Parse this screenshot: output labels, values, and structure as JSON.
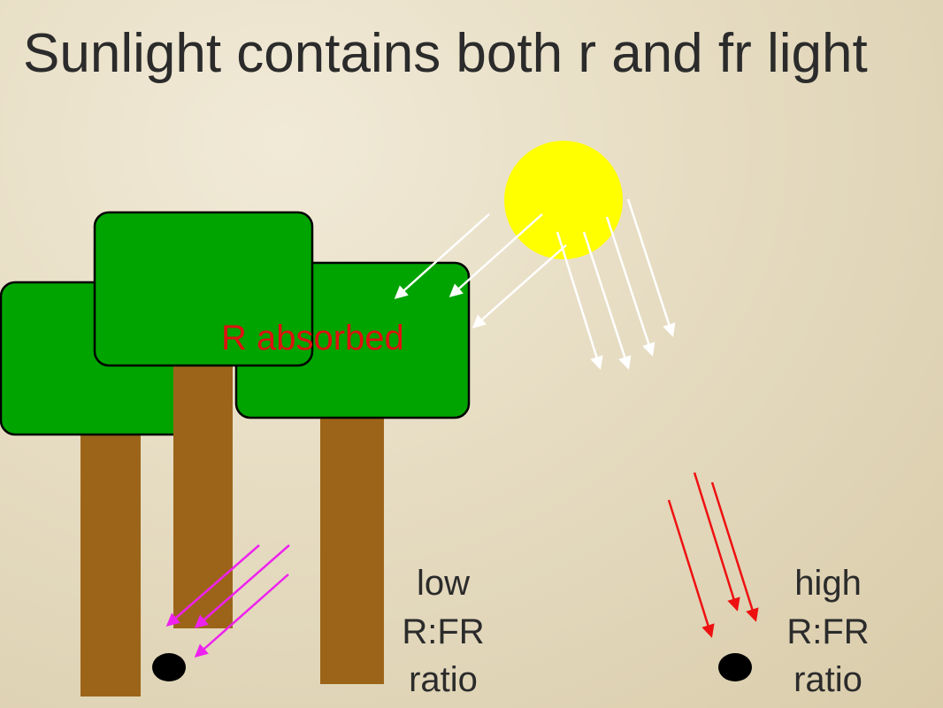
{
  "slide": {
    "title": "Sunlight contains both r and fr light"
  },
  "diagram": {
    "absorbed_label": "R absorbed",
    "shade_label": [
      "low",
      "R:FR",
      "ratio"
    ],
    "sun_label": [
      "high",
      "R:FR",
      "ratio"
    ],
    "colors": {
      "canopy": "#00a400",
      "trunk": "#9c6419",
      "sun": "#ffff00",
      "sunlight_ray": "#ffffff",
      "shade_ray": "#ee22ee",
      "open_ray": "#ee1111",
      "absorbed_text": "#dd1111",
      "seed": "#000000"
    }
  }
}
